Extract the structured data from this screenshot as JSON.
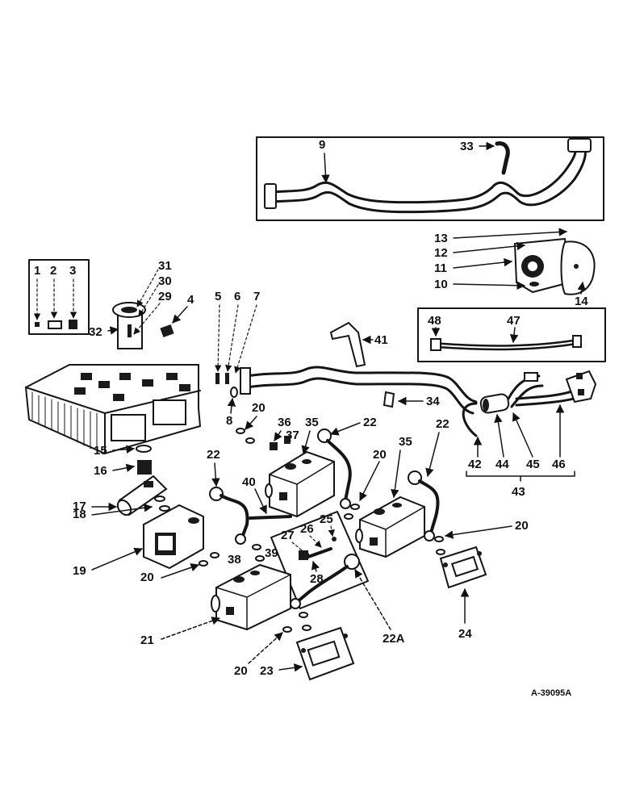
{
  "diagram": {
    "drawing_number": "A-39095A",
    "labels": {
      "p1": "1",
      "p2": "2",
      "p3": "3",
      "p4": "4",
      "p5": "5",
      "p6": "6",
      "p7": "7",
      "p8": "8",
      "p9": "9",
      "p10": "10",
      "p11": "11",
      "p12": "12",
      "p13": "13",
      "p14": "14",
      "p15": "15",
      "p16": "16",
      "p17": "17",
      "p18": "18",
      "p19": "19",
      "p20": "20",
      "p21": "21",
      "p22": "22",
      "p22a": "22A",
      "p23": "23",
      "p24": "24",
      "p25": "25",
      "p26": "26",
      "p27": "27",
      "p28": "28",
      "p29": "29",
      "p30": "30",
      "p31": "31",
      "p32": "32",
      "p33": "33",
      "p34": "34",
      "p35": "35",
      "p36": "36",
      "p37": "37",
      "p38": "38",
      "p39": "39",
      "p40": "40",
      "p41": "41",
      "p42": "42",
      "p43": "43",
      "p44": "44",
      "p45": "45",
      "p46": "46",
      "p47": "47",
      "p48": "48"
    }
  }
}
